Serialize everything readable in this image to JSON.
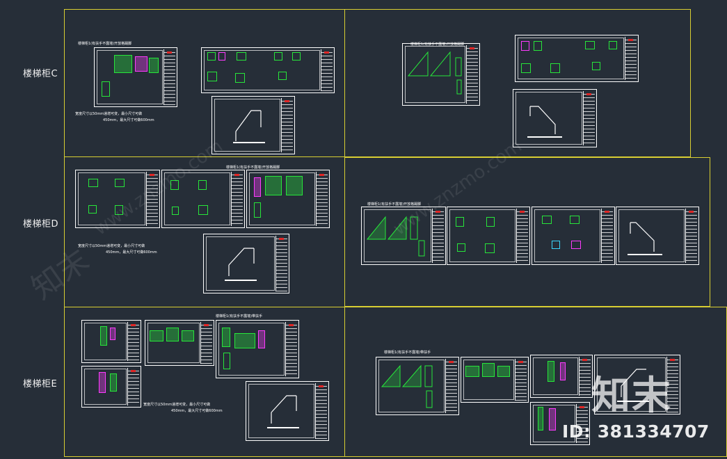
{
  "rows": [
    {
      "label": "楼梯柜C"
    },
    {
      "label": "楼梯柜D"
    },
    {
      "label": "楼梯柜E"
    }
  ],
  "captions": {
    "open_storage": "楼梯柜1(有扶手不露墙)开放格踢脚",
    "open_storage_alt": "楼梯柜1(有扶手不露墙)开放格踢脚",
    "with_handrail": "楼梯柜1(有扶手不露墙)带扶手"
  },
  "notes": {
    "line1": "宽度尺寸以50mm递增可变，最小尺寸可做",
    "line2": "450mm，最大尺寸可做600mm"
  },
  "watermark": {
    "text": "www.znzmo.com",
    "logo": "知末",
    "id_text": "ID: 381334707"
  },
  "colors": {
    "background": "#262e38",
    "frame": "#d9cf32",
    "cabinet_green": "#27e63a",
    "cabinet_magenta": "#ff3bff"
  }
}
